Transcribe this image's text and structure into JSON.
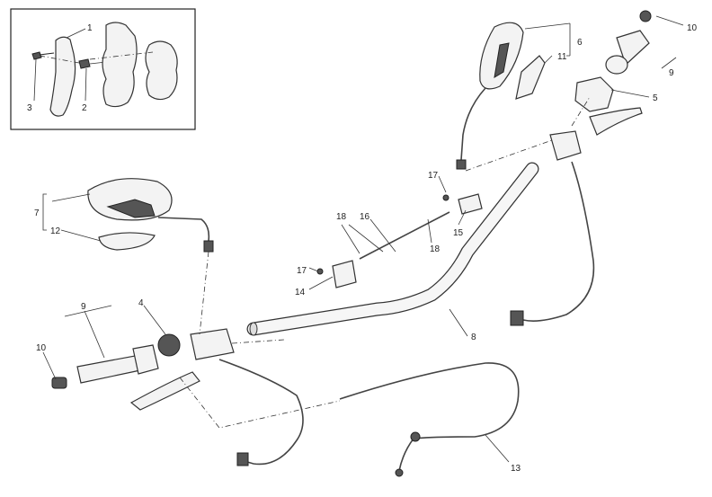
{
  "callouts": [
    {
      "id": "c1",
      "text": "1"
    },
    {
      "id": "c2",
      "text": "2"
    },
    {
      "id": "c3",
      "text": "3"
    },
    {
      "id": "c4",
      "text": "4"
    },
    {
      "id": "c5",
      "text": "5"
    },
    {
      "id": "c6",
      "text": "6"
    },
    {
      "id": "c7",
      "text": "7"
    },
    {
      "id": "c8",
      "text": "8"
    },
    {
      "id": "c9a",
      "text": "9"
    },
    {
      "id": "c9b",
      "text": "9"
    },
    {
      "id": "c10a",
      "text": "10"
    },
    {
      "id": "c10b",
      "text": "10"
    },
    {
      "id": "c11",
      "text": "11"
    },
    {
      "id": "c12",
      "text": "12"
    },
    {
      "id": "c13",
      "text": "13"
    },
    {
      "id": "c14",
      "text": "14"
    },
    {
      "id": "c15",
      "text": "15"
    },
    {
      "id": "c16",
      "text": "16"
    },
    {
      "id": "c17a",
      "text": "17"
    },
    {
      "id": "c17b",
      "text": "17"
    },
    {
      "id": "c18a",
      "text": "18"
    },
    {
      "id": "c18b",
      "text": "18"
    }
  ]
}
